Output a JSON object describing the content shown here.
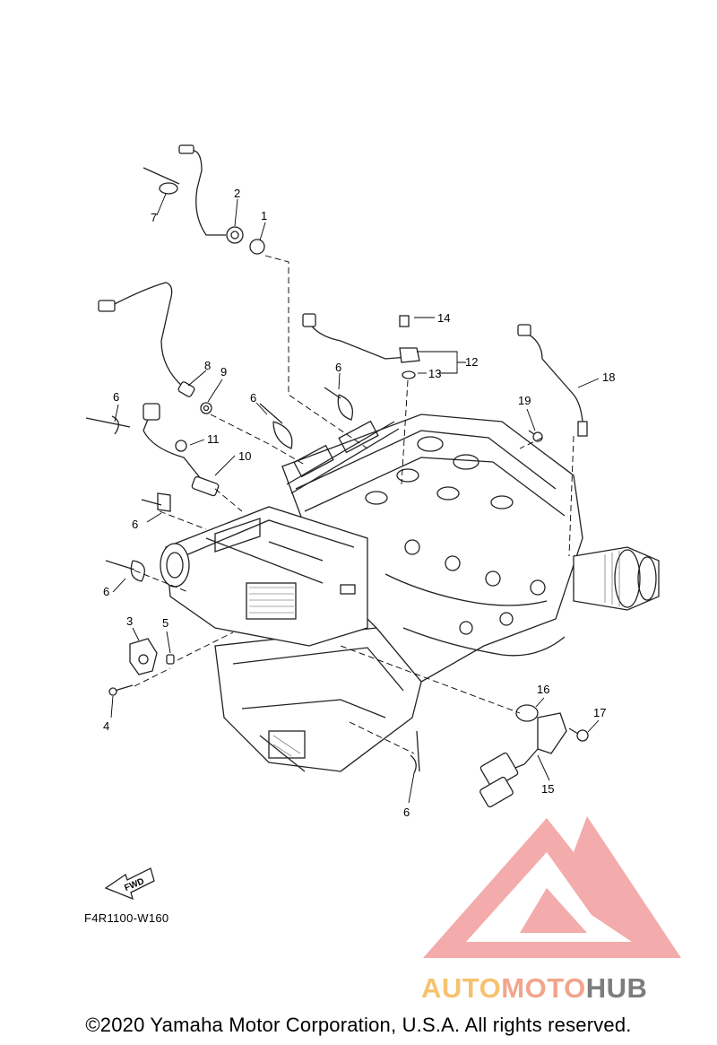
{
  "diagram": {
    "callouts": [
      "1",
      "2",
      "3",
      "4",
      "5",
      "6",
      "6",
      "6",
      "6",
      "6",
      "6",
      "7",
      "8",
      "9",
      "10",
      "11",
      "12",
      "13",
      "14",
      "15",
      "16",
      "17",
      "18",
      "19"
    ],
    "fwd_label": "FWD",
    "code": "F4R1100-W160"
  },
  "watermark": {
    "part1": "AUTO",
    "part2": "MOTO",
    "part3": "HUB",
    "colors": {
      "auto": "#f5c36e",
      "moto": "#f3a58b",
      "hub": "#7d7d7d",
      "logo": "#f08f8f"
    }
  },
  "footer": {
    "copyright": "©2020 Yamaha Motor Corporation, U.S.A. All rights reserved."
  }
}
